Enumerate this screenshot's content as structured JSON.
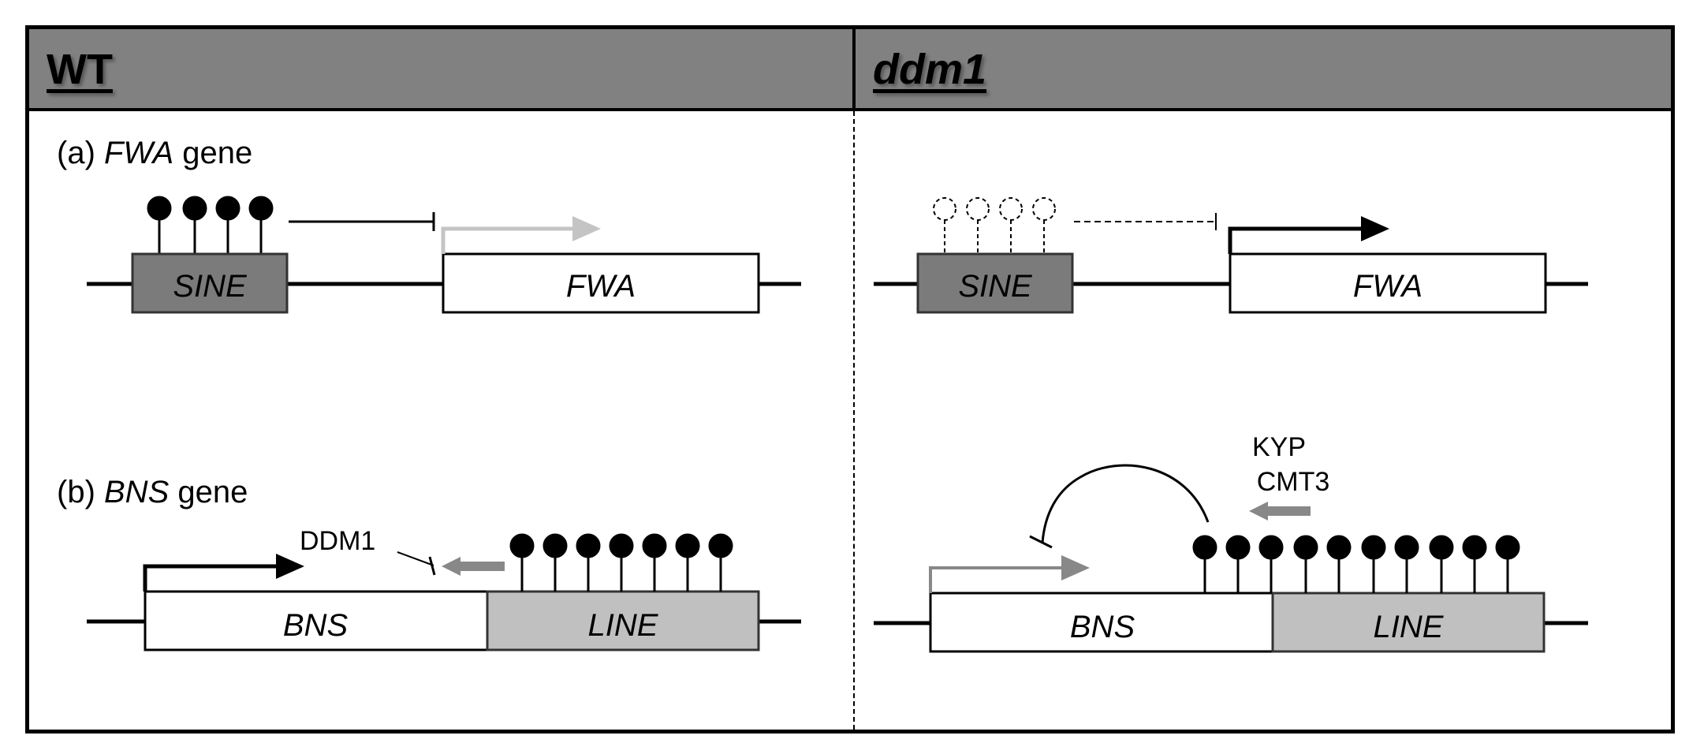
{
  "panels": {
    "left": {
      "title": "WT"
    },
    "right": {
      "title": "ddm1"
    }
  },
  "sections": {
    "a": {
      "prefix": "(a) ",
      "gene": "FWA",
      "suffix": " gene"
    },
    "b": {
      "prefix": "(b) ",
      "gene": "BNS",
      "suffix": " gene"
    }
  },
  "labels": {
    "sine": "SINE",
    "fwa": "FWA",
    "bns": "BNS",
    "line": "LINE",
    "ddm1": "DDM1",
    "kyp": "KYP",
    "cmt3": "CMT3"
  },
  "colors": {
    "sine_fill": "#7b7b7b",
    "line_fill": "#c0c0c0",
    "inactive_arrow": "#c4c4c4",
    "active_arrow": "#000000",
    "header_fill": "#818181",
    "factor_arrow": "#888888"
  }
}
